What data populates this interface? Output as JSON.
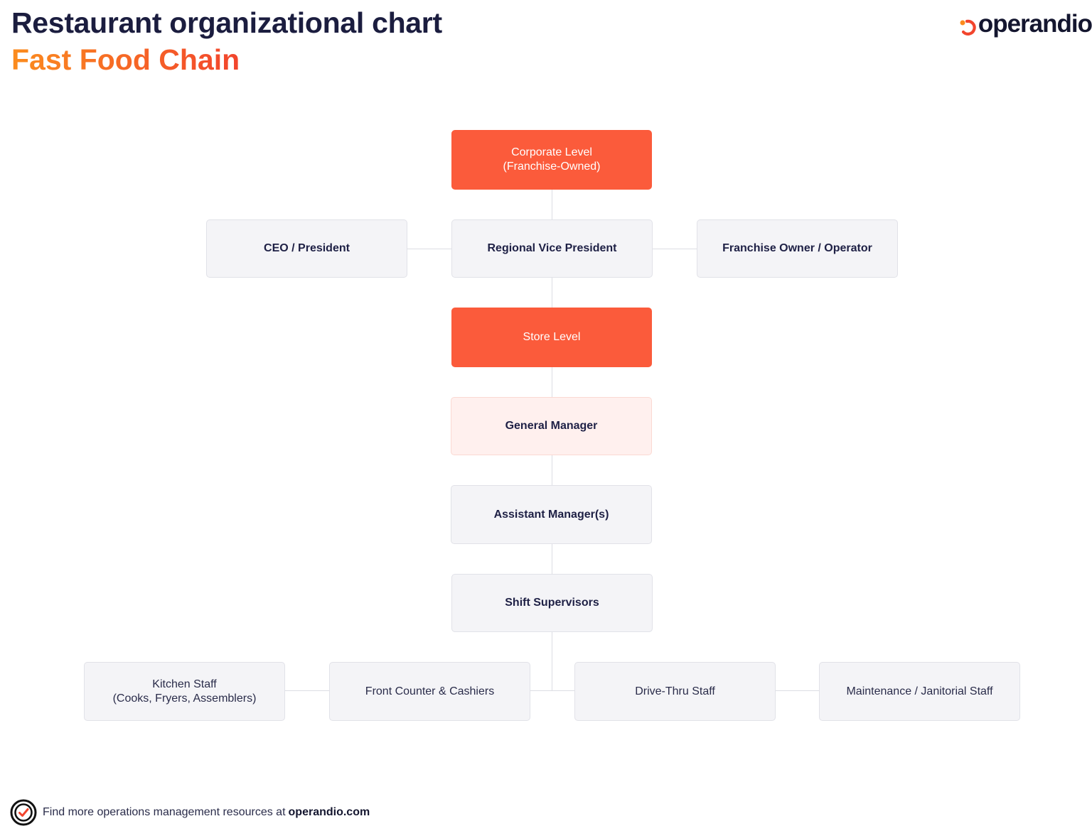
{
  "header": {
    "title": "Restaurant organizational chart",
    "subtitle": "Fast Food Chain",
    "logo_text": "operandio",
    "logo_icon": "operandio-logo-icon"
  },
  "colors": {
    "title": "#1b1d3f",
    "subtitle_gradient": [
      "#fb8c1e",
      "#f2452d"
    ],
    "section_node": "#fb5b3b",
    "highlight_node_bg": "#fff0ee",
    "default_node_bg": "#f4f4f7",
    "connector": "#dcdde3"
  },
  "chart": {
    "corporate_level": {
      "label": "Corporate Level\n(Franchise-Owned)",
      "type": "section"
    },
    "ceo": {
      "label": "CEO / President"
    },
    "regional_vp": {
      "label": "Regional Vice President"
    },
    "franchise_owner": {
      "label": "Franchise Owner / Operator"
    },
    "store_level": {
      "label": "Store Level",
      "type": "section"
    },
    "general_manager": {
      "label": "General Manager"
    },
    "assistant_manager": {
      "label": "Assistant Manager(s)"
    },
    "shift_supervisors": {
      "label": "Shift Supervisors"
    },
    "staff": [
      {
        "label": "Kitchen Staff\n(Cooks, Fryers, Assemblers)"
      },
      {
        "label": "Front Counter & Cashiers"
      },
      {
        "label": "Drive-Thru Staff"
      },
      {
        "label": "Maintenance / Janitorial Staff"
      }
    ]
  },
  "footer": {
    "icon": "checkmark-circle-icon",
    "text": "Find more operations management resources at",
    "link": "operandio.com"
  }
}
